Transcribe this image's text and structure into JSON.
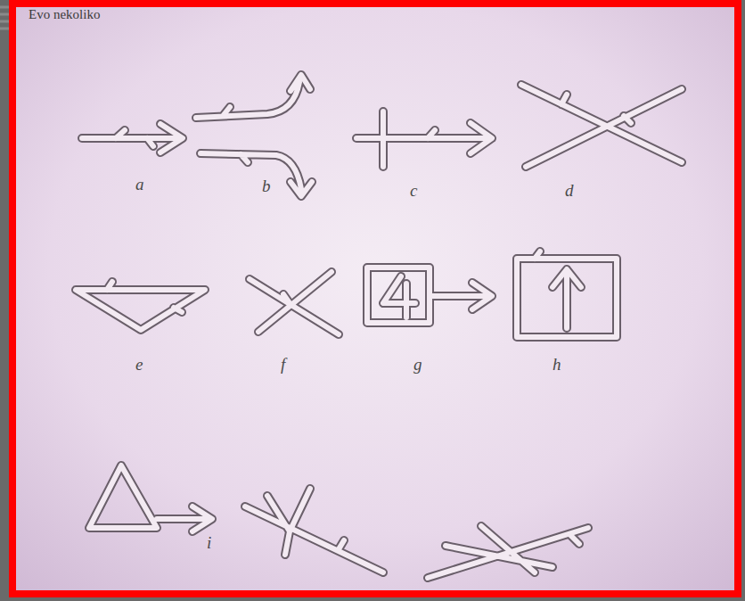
{
  "diagram": {
    "labels": [
      "Evo nekoliko",
      "a",
      "b",
      "c",
      "d",
      "e",
      "f",
      "g",
      "h",
      "i"
    ]
  }
}
